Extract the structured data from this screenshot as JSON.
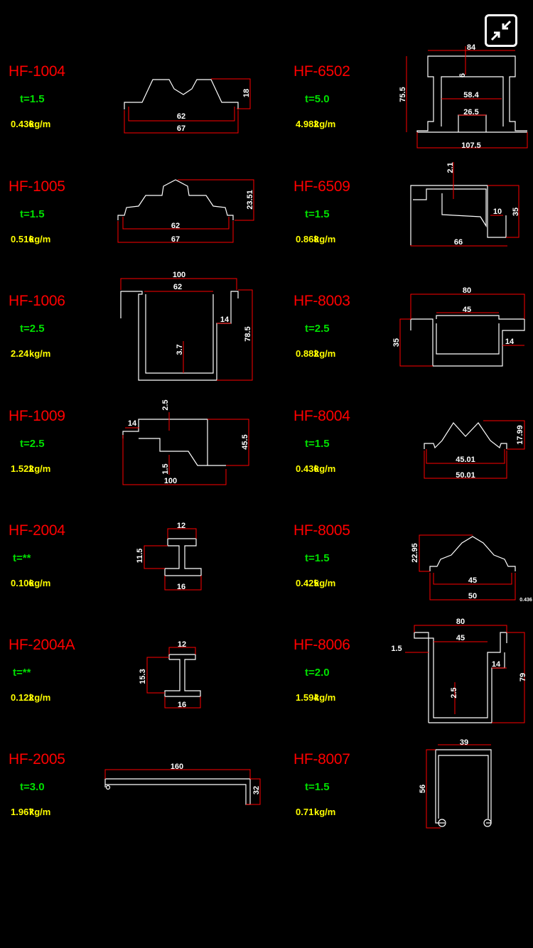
{
  "toolbar": {
    "exit_fullscreen_icon": "shrink-arrows-icon"
  },
  "colors": {
    "code": "#ff0000",
    "thickness": "#00e000",
    "weight": "#ffff00",
    "outline": "#ffffff",
    "dimension": "#ff0000"
  },
  "weight_unit": "kg/m",
  "left": [
    {
      "code": "HF-1004",
      "thickness": "t=1.5",
      "weight": "0.436",
      "dims": [
        "18",
        "62",
        "67"
      ]
    },
    {
      "code": "HF-1005",
      "thickness": "t=1.5",
      "weight": "0.516",
      "dims": [
        "23.51",
        "62",
        "67"
      ]
    },
    {
      "code": "HF-1006",
      "thickness": "t=2.5",
      "weight": "2.24",
      "dims": [
        "100",
        "62",
        "14",
        "3.7",
        "78.5"
      ]
    },
    {
      "code": "HF-1009",
      "thickness": "t=2.5",
      "weight": "1.522",
      "dims": [
        "2.5",
        "14",
        "45.5",
        "1.5",
        "100"
      ]
    },
    {
      "code": "HF-2004",
      "thickness": "t=**",
      "weight": "0.106",
      "dims": [
        "12",
        "11.5",
        "16"
      ]
    },
    {
      "code": "HF-2004A",
      "thickness": "t=**",
      "weight": "0.122",
      "dims": [
        "12",
        "15.3",
        "16"
      ]
    },
    {
      "code": "HF-2005",
      "thickness": "t=3.0",
      "weight": "1.967",
      "dims": [
        "160",
        "32"
      ]
    }
  ],
  "right": [
    {
      "code": "HF-6502",
      "thickness": "t=5.0",
      "weight": "4.982",
      "dims": [
        "84",
        "6",
        "75.5",
        "58.4",
        "26.5",
        "107.5"
      ]
    },
    {
      "code": "HF-6509",
      "thickness": "t=1.5",
      "weight": "0.868",
      "dims": [
        "2.1",
        "35",
        "10",
        "66"
      ]
    },
    {
      "code": "HF-8003",
      "thickness": "t=2.5",
      "weight": "0.882",
      "dims": [
        "80",
        "45",
        "35",
        "14"
      ]
    },
    {
      "code": "HF-8004",
      "thickness": "t=1.5",
      "weight": "0.436",
      "dims": [
        "17.99",
        "45.01",
        "50.01"
      ]
    },
    {
      "code": "HF-8005",
      "thickness": "t=1.5",
      "weight": "0.425",
      "dims": [
        "22.95",
        "45",
        "50",
        "0.436"
      ]
    },
    {
      "code": "HF-8006",
      "thickness": "t=2.0",
      "weight": "1.594",
      "dims": [
        "80",
        "45",
        "1.5",
        "14",
        "2.5",
        "79"
      ]
    },
    {
      "code": "HF-8007",
      "thickness": "t=1.5",
      "weight": "0.71",
      "dims": [
        "39",
        "56"
      ]
    }
  ]
}
